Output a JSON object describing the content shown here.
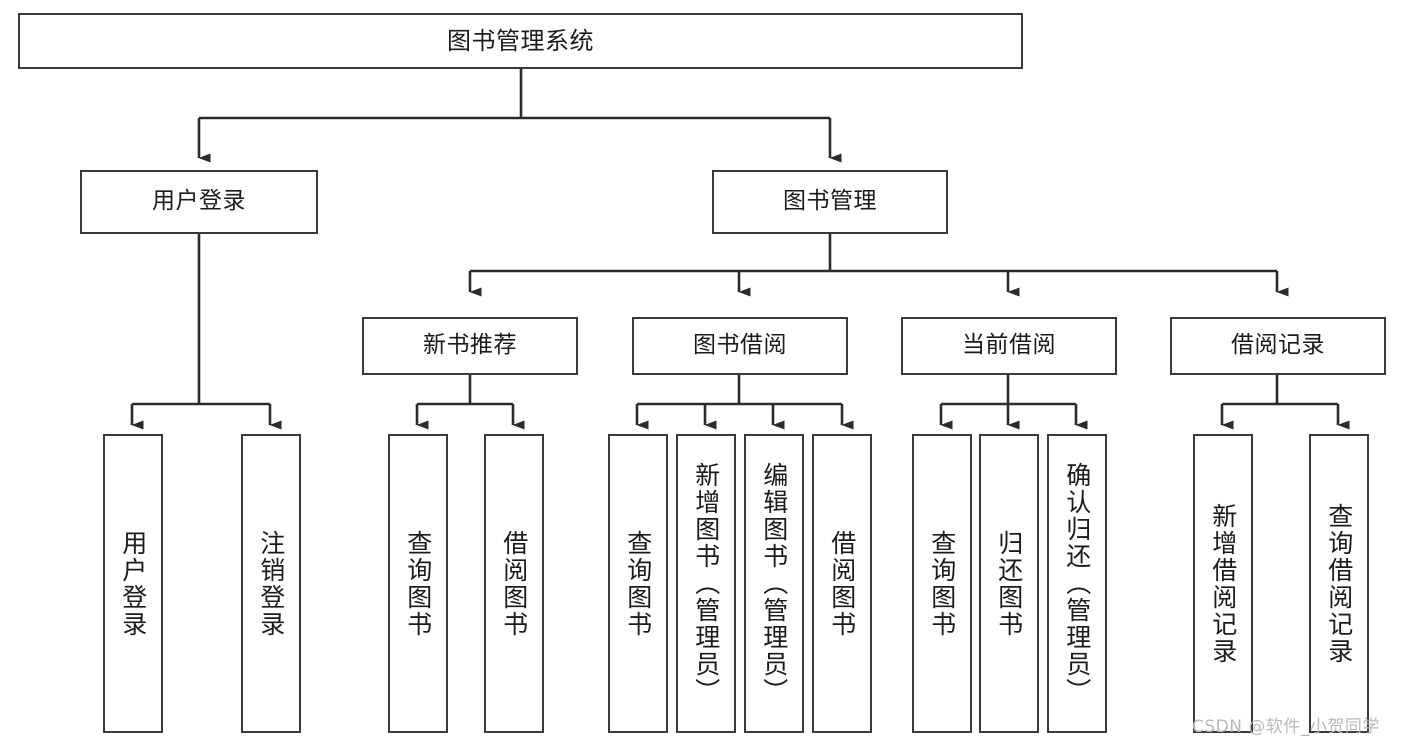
{
  "diagram": {
    "title": "图书管理系统",
    "type": "tree-hierarchy-chart",
    "orientation": "top-down",
    "colors": {
      "box_border": "#3a3a3a",
      "box_fill": "#ffffff",
      "edge": "#2b2b2b",
      "text": "#1b1b1b",
      "watermark": "#b9b9b9",
      "background": "#ffffff"
    },
    "root": {
      "id": "root",
      "label": "图书管理系统"
    },
    "level2": [
      {
        "id": "user-login",
        "label": "用户登录"
      },
      {
        "id": "book-management",
        "label": "图书管理"
      }
    ],
    "level3": [
      {
        "id": "new-book-recommend",
        "label": "新书推荐"
      },
      {
        "id": "book-borrow",
        "label": "图书借阅"
      },
      {
        "id": "current-borrow",
        "label": "当前借阅"
      },
      {
        "id": "borrow-record",
        "label": "借阅记录"
      }
    ],
    "leaves": {
      "user_login": [
        {
          "id": "leaf-user-login",
          "label": "用户登录"
        },
        {
          "id": "leaf-logout-login",
          "label": "注销登录"
        }
      ],
      "new_book_recommend": [
        {
          "id": "leaf-query-book-1",
          "label": "查询图书"
        },
        {
          "id": "leaf-borrow-book-1",
          "label": "借阅图书"
        }
      ],
      "book_borrow": [
        {
          "id": "leaf-query-book-2",
          "label": "查询图书"
        },
        {
          "id": "leaf-add-book",
          "label": "新增图书（管理员）"
        },
        {
          "id": "leaf-edit-book",
          "label": "编辑图书（管理员）"
        },
        {
          "id": "leaf-borrow-book-2",
          "label": "借阅图书"
        }
      ],
      "current_borrow": [
        {
          "id": "leaf-query-book-3",
          "label": "查询图书"
        },
        {
          "id": "leaf-return-book",
          "label": "归还图书"
        },
        {
          "id": "leaf-confirm-return",
          "label": "确认归还（管理员）"
        }
      ],
      "borrow_record": [
        {
          "id": "leaf-add-record",
          "label": "新增借阅记录"
        },
        {
          "id": "leaf-query-record",
          "label": "查询借阅记录"
        }
      ]
    }
  },
  "watermark": {
    "text": "CSDN @软件_小贺同学"
  }
}
